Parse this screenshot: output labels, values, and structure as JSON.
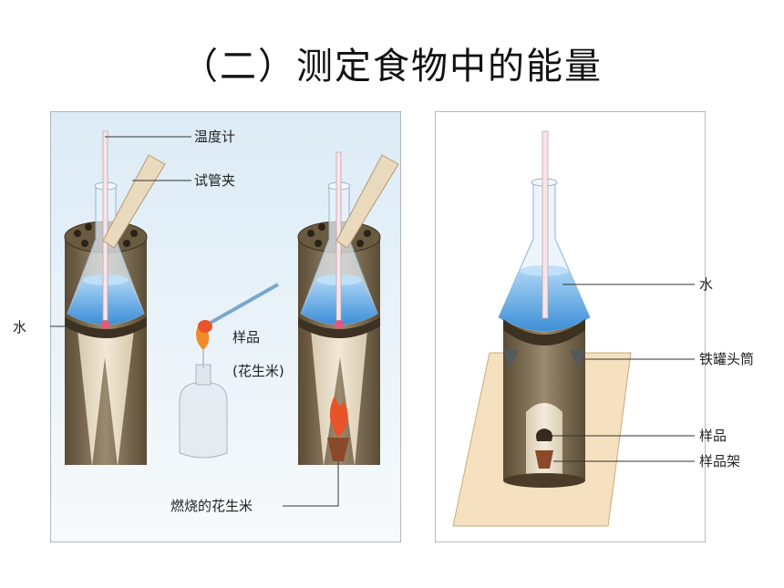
{
  "title": "（二）测定食物中的能量",
  "left": {
    "labels": {
      "thermometer": "温度计",
      "clamp": "试管夹",
      "water": "水",
      "sample": "样品",
      "peanut": "(花生米)",
      "burning": "燃烧的花生米"
    }
  },
  "right": {
    "labels": {
      "water": "水",
      "can": "铁罐头筒",
      "sample": "样品",
      "stand": "样品架"
    }
  },
  "colors": {
    "can": "#7d6e55",
    "water": "#5aa6e6",
    "background": "#e6f1f8",
    "flame": "#e8542a"
  }
}
